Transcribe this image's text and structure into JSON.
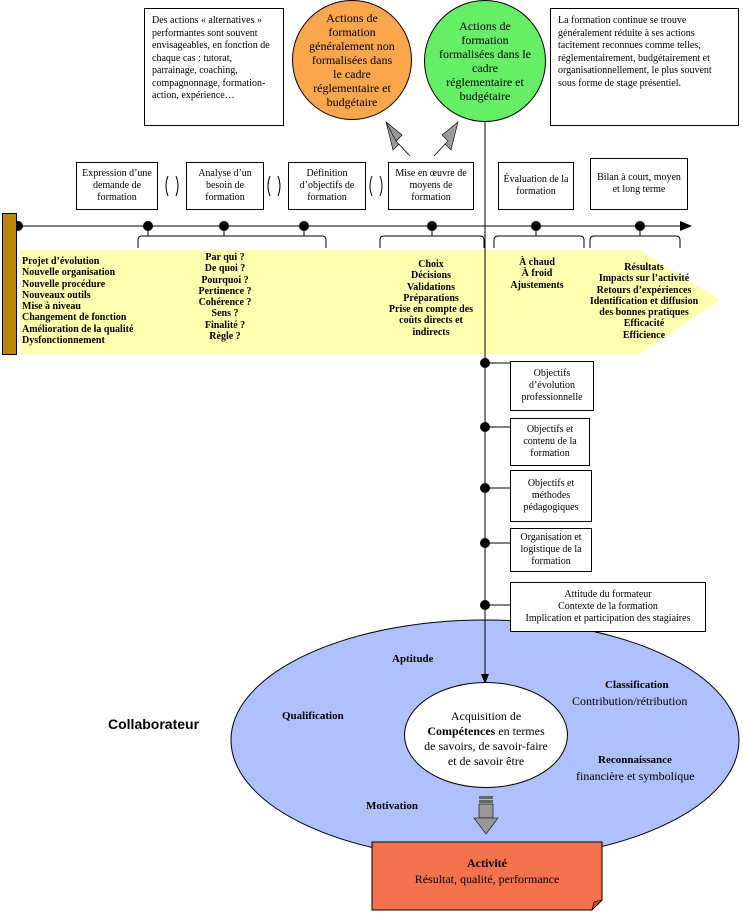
{
  "top_left_note": "Des actions « alternatives » performantes sont souvent envisageables, en fonction de chaque cas : tutorat, parrainage, coaching, compagnonnage, formation-action, expérience…",
  "top_right_note": "La formation continue se trouve généralement réduite à ses actions tacitement reconnues comme telles, réglementairement, budgétairement et organisationnellement, le plus souvent sous forme de stage présentiel.",
  "orange_circle": "Actions de formation généralement non formalisées dans le cadre réglementaire et budgétaire",
  "green_circle": "Actions de formation formalisées dans le cadre réglementaire et budgétaire",
  "steps": [
    "Expression d’une demande de formation",
    "Analyse d’un besoin de formation",
    "Définition d’objectifs de formation",
    "Mise en œuvre de moyens de formation",
    "Évaluation de la formation",
    "Bilan à court, moyen et long terme"
  ],
  "triggers": [
    "Projet d’évolution",
    "Nouvelle organisation",
    "Nouvelle procédure",
    "Nouveaux outils",
    "Mise à niveau",
    "Changement de fonction",
    "Amélioration de la qualité",
    "Dysfonctionnement"
  ],
  "analysis_questions": [
    "Par qui ?",
    "De quoi ?",
    "Pourquoi ?",
    "Pertinence ?",
    "Cohérence ?",
    "Sens ?",
    "Finalité ?",
    "Règle ?"
  ],
  "implementation_items": [
    "Choix",
    "Décisions",
    "Validations",
    "Préparations",
    "Prise en compte des",
    "coûts directs et",
    "indirects"
  ],
  "evaluation_items": [
    "À chaud",
    "À froid",
    "Ajustements"
  ],
  "review_items": [
    "Résultats",
    "Impacts sur l’activité",
    "Retours d’expériences",
    "Identification et diffusion",
    "des bonnes pratiques",
    "Efficacité",
    "Efficience"
  ],
  "side_boxes": [
    "Objectifs d’évolution professionnelle",
    "Objectifs et contenu de la formation",
    "Objectifs et méthodes pédagogiques",
    "Organisation et logistique de la formation"
  ],
  "context_box": [
    "Attitude du formateur",
    "Contexte de la formation",
    "Implication et participation des stagiaires"
  ],
  "ellipse_labels": {
    "aptitude": "Aptitude",
    "qualification": "Qualification",
    "motivation": "Motivation",
    "classification": "Classification",
    "contribution": "Contribution/rétribution",
    "reconnaissance": "Reconnaissance",
    "reconnaissance_sub": "financière et symbolique"
  },
  "center_circle": {
    "pre": "Acquisition de",
    "bold": "Compétences",
    "post": " en termes de savoirs, de savoir-faire et de savoir être"
  },
  "collaborateur": "Collaborateur",
  "activity": {
    "title": "Activité",
    "subtitle": "Résultat, qualité, performance"
  },
  "colors": {
    "band": "#ffffb0",
    "orange": "#f9a64d",
    "green": "#66ee66",
    "ellipse": "#b0c0fc",
    "activity": "#f4734e",
    "bar": "#b8860b",
    "arrow_gray": "#888888"
  }
}
